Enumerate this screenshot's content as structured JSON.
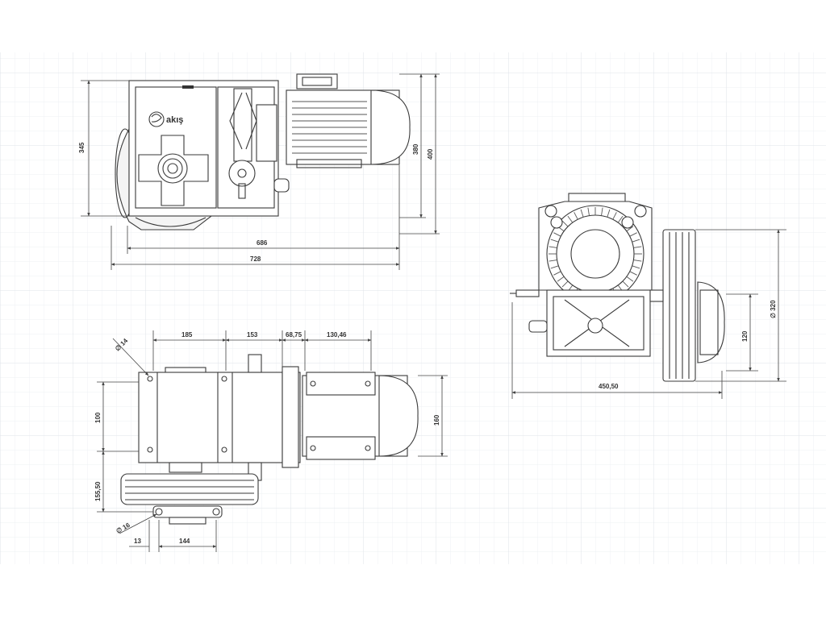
{
  "logo_text": "akış",
  "colors": {
    "grid": "#e3e7ec",
    "line": "#3a3a3a"
  },
  "views": {
    "top": {
      "dims": {
        "height_345": "345",
        "height_380": "380",
        "height_400": "400",
        "width_686": "686",
        "width_728": "728"
      }
    },
    "side": {
      "dims": {
        "width_450_50": "450,50",
        "height_120": "120",
        "diameter_320": "∅ 320"
      }
    },
    "bottom": {
      "dims": {
        "w_185": "185",
        "w_153": "153",
        "w_68_75": "68,75",
        "w_130_46": "130,46",
        "h_100": "100",
        "h_155_50": "155,50",
        "h_160": "160",
        "w_13": "13",
        "w_144": "144",
        "hole_14": "∅ 14",
        "hole_16": "∅ 16"
      }
    }
  }
}
